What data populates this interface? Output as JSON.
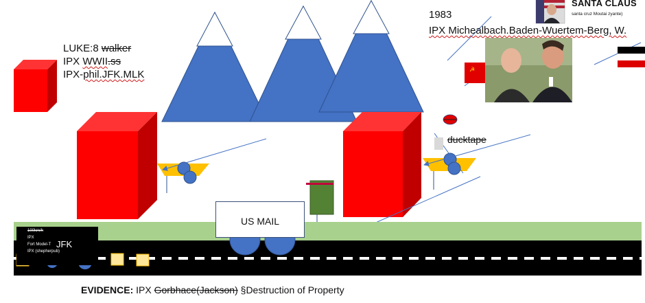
{
  "notes_left": {
    "line1_a": "LUKE:8 ",
    "line1_b": "walker",
    "line2_a": "IPX ",
    "line2_b": "WWII",
    "line2_c": ".ss",
    "line3_a": "IPX-",
    "line3_b": "phil.",
    "line3_c": "JFK.MLK"
  },
  "notes_right": {
    "year": "1983",
    "place": "IPX Michealbach.Baden-Wuertem-Berg, W."
  },
  "santa": {
    "title": "SANTA CLAUS",
    "subtitle": "santa cruz Moutai zyante)"
  },
  "labels": {
    "ducktape": "ducktape",
    "us_mail": "US MAIL"
  },
  "mini_panel": {
    "line1": "100km/h",
    "line2": "IPX",
    "line3": "Fort Model-T",
    "line4": "IPX (shepherpub)",
    "big": "JFK"
  },
  "bottom": {
    "label": "EVIDENCE:",
    "prefix": " IPX ",
    "struck": "Gorbhace(Jackson)",
    "suffix": " §Destruction of Property"
  },
  "colors": {
    "box_red": "#ff0000",
    "box_red_dark": "#c00000",
    "mountain_blue": "#4472c4",
    "grass_green": "#a9d18e",
    "road_black": "#000000",
    "platform_yellow": "#ffc000",
    "mailbox_green": "#548235"
  }
}
